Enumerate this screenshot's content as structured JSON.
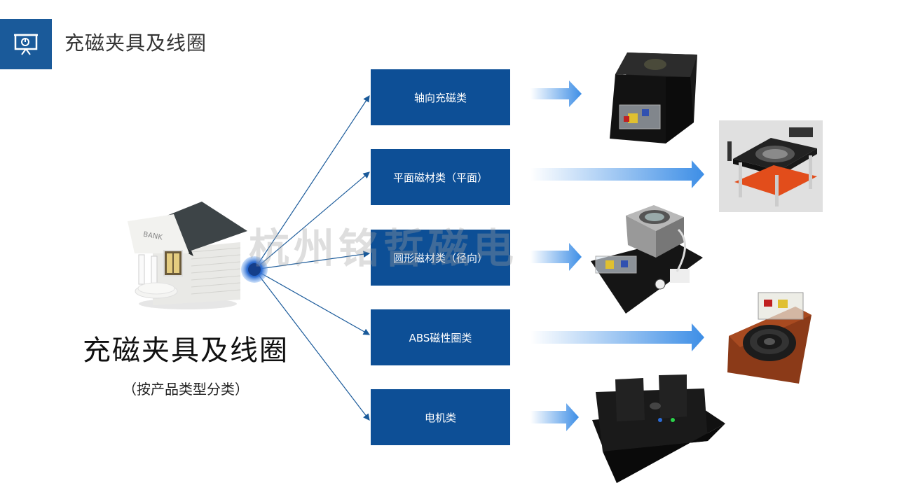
{
  "header": {
    "title": "充磁夹具及线圈",
    "icon": "presentation-icon"
  },
  "hub": {
    "title": "充磁夹具及线圈",
    "subtitle": "（按产品类型分类）",
    "building_sign": "BANK"
  },
  "categories": [
    {
      "label": "轴向充磁类"
    },
    {
      "label": "平面磁材类（平面）"
    },
    {
      "label": "圆形磁材类（径向）"
    },
    {
      "label": "ABS磁性圈类"
    },
    {
      "label": "电机类"
    }
  ],
  "watermark": "杭州铭哲磁电",
  "colors": {
    "accent": "#0d4f96",
    "arrow": "#3d8ee6",
    "title_icon_bg": "#1a5a9a"
  }
}
